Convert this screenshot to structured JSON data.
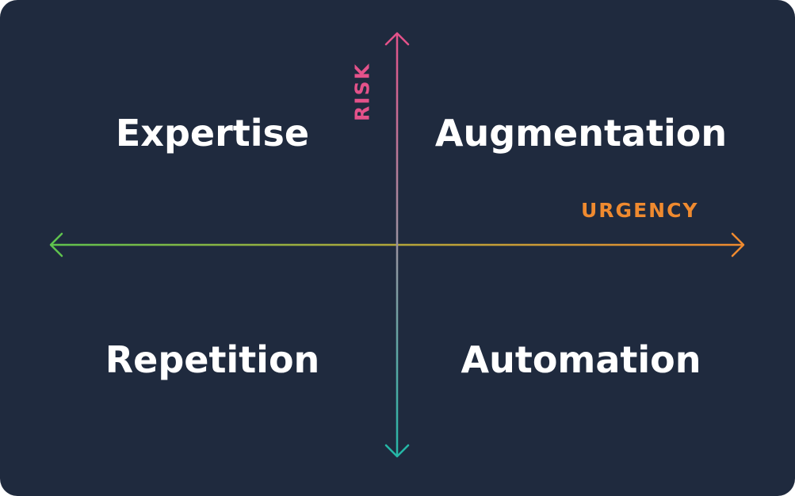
{
  "quadrants": {
    "top_left": "Expertise",
    "top_right": "Augmentation",
    "bottom_left": "Repetition",
    "bottom_right": "Automation"
  },
  "axes": {
    "vertical_label": "RISK",
    "horizontal_label": "URGENCY"
  },
  "colors": {
    "background": "#1f2a3e",
    "text": "#ffffff",
    "risk_pink": "#e4528a",
    "urgency_orange": "#ef8a2f",
    "green": "#5fc24e",
    "teal": "#25b7a6"
  }
}
